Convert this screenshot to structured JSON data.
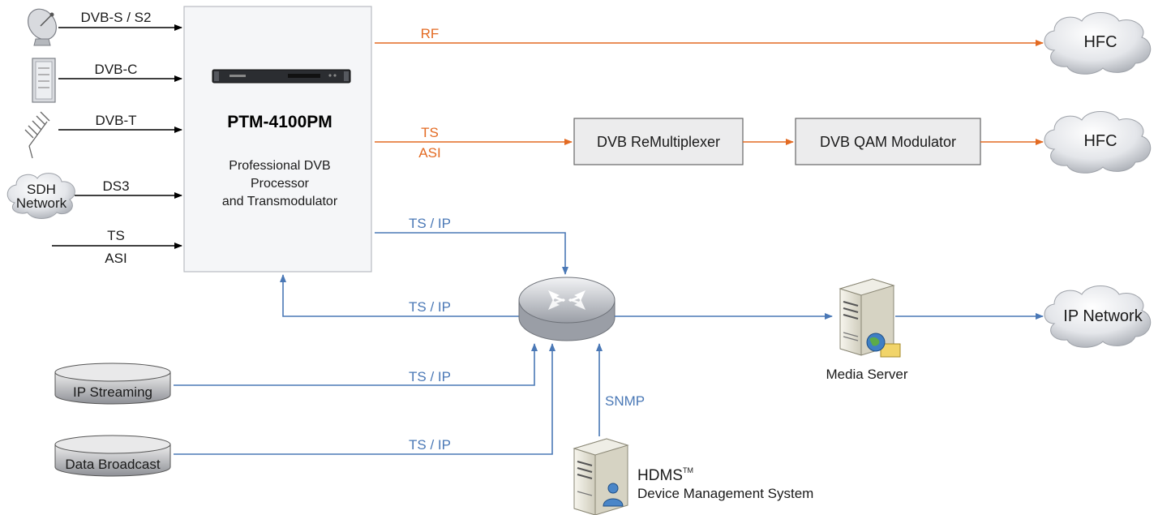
{
  "processor": {
    "model": "PTM-4100PM",
    "desc_line1": "Professional DVB",
    "desc_line2": "Processor",
    "desc_line3": "and Transmodulator"
  },
  "inputs": {
    "dvb_s": "DVB-S / S2",
    "dvb_c": "DVB-C",
    "dvb_t": "DVB-T",
    "sdh_line1": "SDH",
    "sdh_line2": "Network",
    "ds3": "DS3",
    "ts": "TS",
    "asi": "ASI"
  },
  "outputs": {
    "rf": "RF",
    "ts": "TS",
    "asi": "ASI",
    "ts_ip_out": "TS / IP",
    "ts_ip_in": "TS / IP"
  },
  "boxes": {
    "remux": "DVB ReMultiplexer",
    "qam": "DVB QAM Modulator"
  },
  "clouds": {
    "hfc1": "HFC",
    "hfc2": "HFC",
    "ipnet": "IP Network"
  },
  "sources": {
    "ip_streaming": "IP Streaming",
    "data_broadcast": "Data Broadcast",
    "ts_ip_1": "TS / IP",
    "ts_ip_2": "TS / IP"
  },
  "servers": {
    "media_server": "Media Server",
    "snmp": "SNMP",
    "hdms": "HDMS",
    "tm": "TM",
    "hdms_sub": "Device Management System"
  },
  "colors": {
    "orange": "#e36a22",
    "blue": "#4a78b6",
    "black": "#000000"
  }
}
